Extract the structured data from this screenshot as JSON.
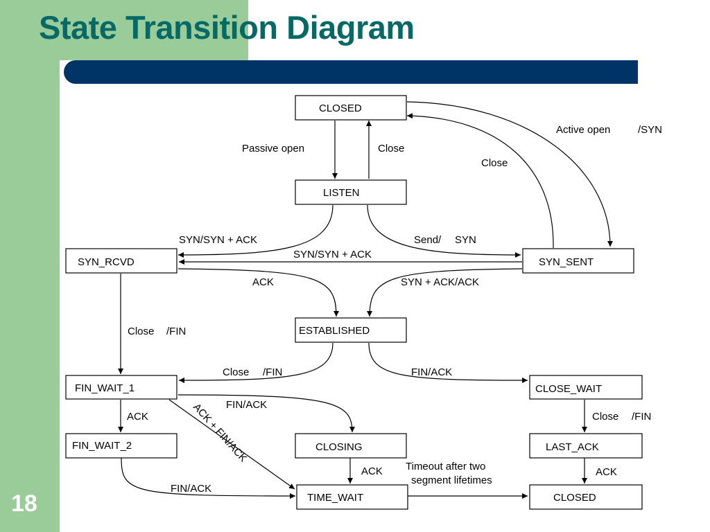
{
  "slide": {
    "title": "State Transition Diagram",
    "number": "18",
    "colors": {
      "title": "#066966",
      "sidebar": "#99cc99",
      "bar": "#003366"
    }
  },
  "states": {
    "closed_top": "CLOSED",
    "listen": "LISTEN",
    "syn_rcvd": "SYN_RCVD",
    "syn_sent": "SYN_SENT",
    "established": "ESTABLISHED",
    "fin_wait_1": "FIN_WAIT_1",
    "close_wait": "CLOSE_WAIT",
    "fin_wait_2": "FIN_WAIT_2",
    "closing": "CLOSING",
    "last_ack": "LAST_ACK",
    "time_wait": "TIME_WAIT",
    "closed_bottom": "CLOSED"
  },
  "transitions": {
    "passive_open": "Passive open",
    "close_1": "Close",
    "close_2": "Close",
    "active_open": "Active open",
    "active_open_syn": "/SYN",
    "syn_synack_1": "SYN/SYN + ACK",
    "send_syn_a": "Send/",
    "send_syn_b": "SYN",
    "syn_synack_2": "SYN/SYN + ACK",
    "ack_1": "ACK",
    "synack_ack": "SYN + ACK/ACK",
    "close_fin_1a": "Close",
    "close_fin_1b": "/FIN",
    "close_fin_2a": "Close",
    "close_fin_2b": "/FIN",
    "fin_ack_1": "FIN/ACK",
    "fin_ack_2": "FIN/ACK",
    "ack_finack": "ACK + FIN/ACK",
    "ack_2": "ACK",
    "close_fin_3a": "Close",
    "close_fin_3b": "/FIN",
    "ack_3": "ACK",
    "timeout_1": "Timeout after two",
    "timeout_2": "segment lifetimes",
    "ack_4": "ACK",
    "fin_ack_3": "FIN/ACK"
  }
}
